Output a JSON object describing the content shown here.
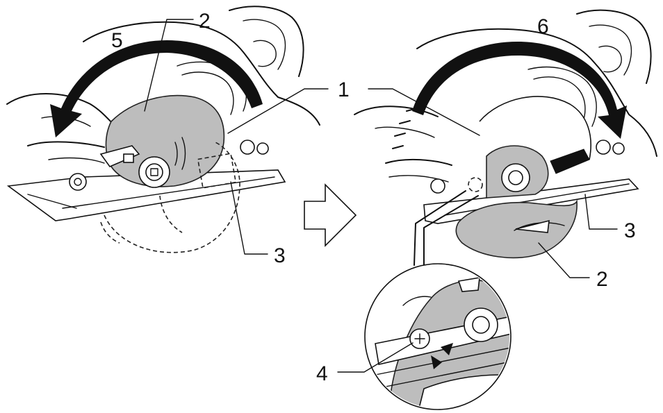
{
  "colors": {
    "ink": "#111111",
    "guard_fill": "#bdbdbd",
    "background": "#ffffff"
  },
  "icons": {
    "transition_arrow": "hollow-right-arrow",
    "rotation_arrow_left": "curved-arrow-counterclockwise",
    "rotation_arrow_right": "curved-arrow-clockwise",
    "screw": "phillips-screw-icon",
    "indicator": "triangle-marker-icon"
  },
  "left_figure": {
    "labels": {
      "guard": "2",
      "base": "3",
      "rotation_direction": "5"
    }
  },
  "right_figure": {
    "labels": {
      "blade_case": "1",
      "guard": "2",
      "base": "3",
      "screw": "4",
      "rotation_direction": "6"
    }
  }
}
